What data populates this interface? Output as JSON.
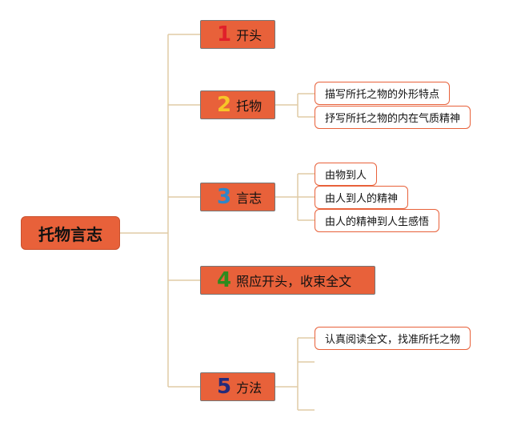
{
  "root": {
    "label": "托物言志"
  },
  "colors": {
    "node_fill": "#E8613A",
    "connector": "#E0CBA5",
    "num1": "#E0202A",
    "num2": "#F7C628",
    "num3": "#2E86C8",
    "num4": "#2E8B1E",
    "num5": "#252B7A"
  },
  "branches": [
    {
      "num": "1",
      "label": "开头"
    },
    {
      "num": "2",
      "label": "托物"
    },
    {
      "num": "3",
      "label": "言志"
    },
    {
      "num": "4",
      "label": "照应开头，收束全文"
    },
    {
      "num": "5",
      "label": "方法"
    }
  ],
  "leaves": {
    "b2": [
      "描写所托之物的外形特点",
      "抒写所托之物的内在气质精神"
    ],
    "b3": [
      "由物到人",
      "由人到人的精神",
      "由人的精神到人生感悟"
    ],
    "b5": [
      "认真阅读全文，找准所托之物"
    ]
  }
}
